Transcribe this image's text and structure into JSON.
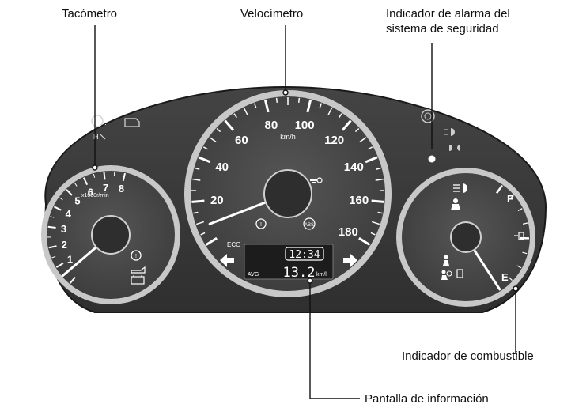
{
  "callouts": {
    "tachometer": "Tacómetro",
    "speedometer": "Velocímetro",
    "security_alarm_line1": "Indicador de alarma del",
    "security_alarm_line2": "sistema de seguridad",
    "fuel_gauge": "Indicador de combustible",
    "info_display": "Pantalla de información"
  },
  "tachometer": {
    "ticks": [
      "1",
      "2",
      "3",
      "4",
      "5",
      "6",
      "7",
      "8"
    ],
    "unit": "x1000r/min",
    "needle_value": 0.5
  },
  "speedometer": {
    "ticks": [
      "20",
      "40",
      "60",
      "80",
      "100",
      "120",
      "140",
      "160",
      "180"
    ],
    "unit": "km/h",
    "needle_value": 8
  },
  "fuel": {
    "full_label": "F",
    "empty_label": "E",
    "needle_level": 0
  },
  "info_display": {
    "clock": "12:34",
    "avg_label": "AVG",
    "value": "13.2",
    "unit": "km/l"
  },
  "indicators": {
    "eco_label": "ECO",
    "abs_label": "ABS"
  },
  "colors": {
    "cluster_body": "#3a3a3a",
    "dial_face": "#444444",
    "bezel": "#bdbdbd",
    "callout_line": "#111111"
  }
}
